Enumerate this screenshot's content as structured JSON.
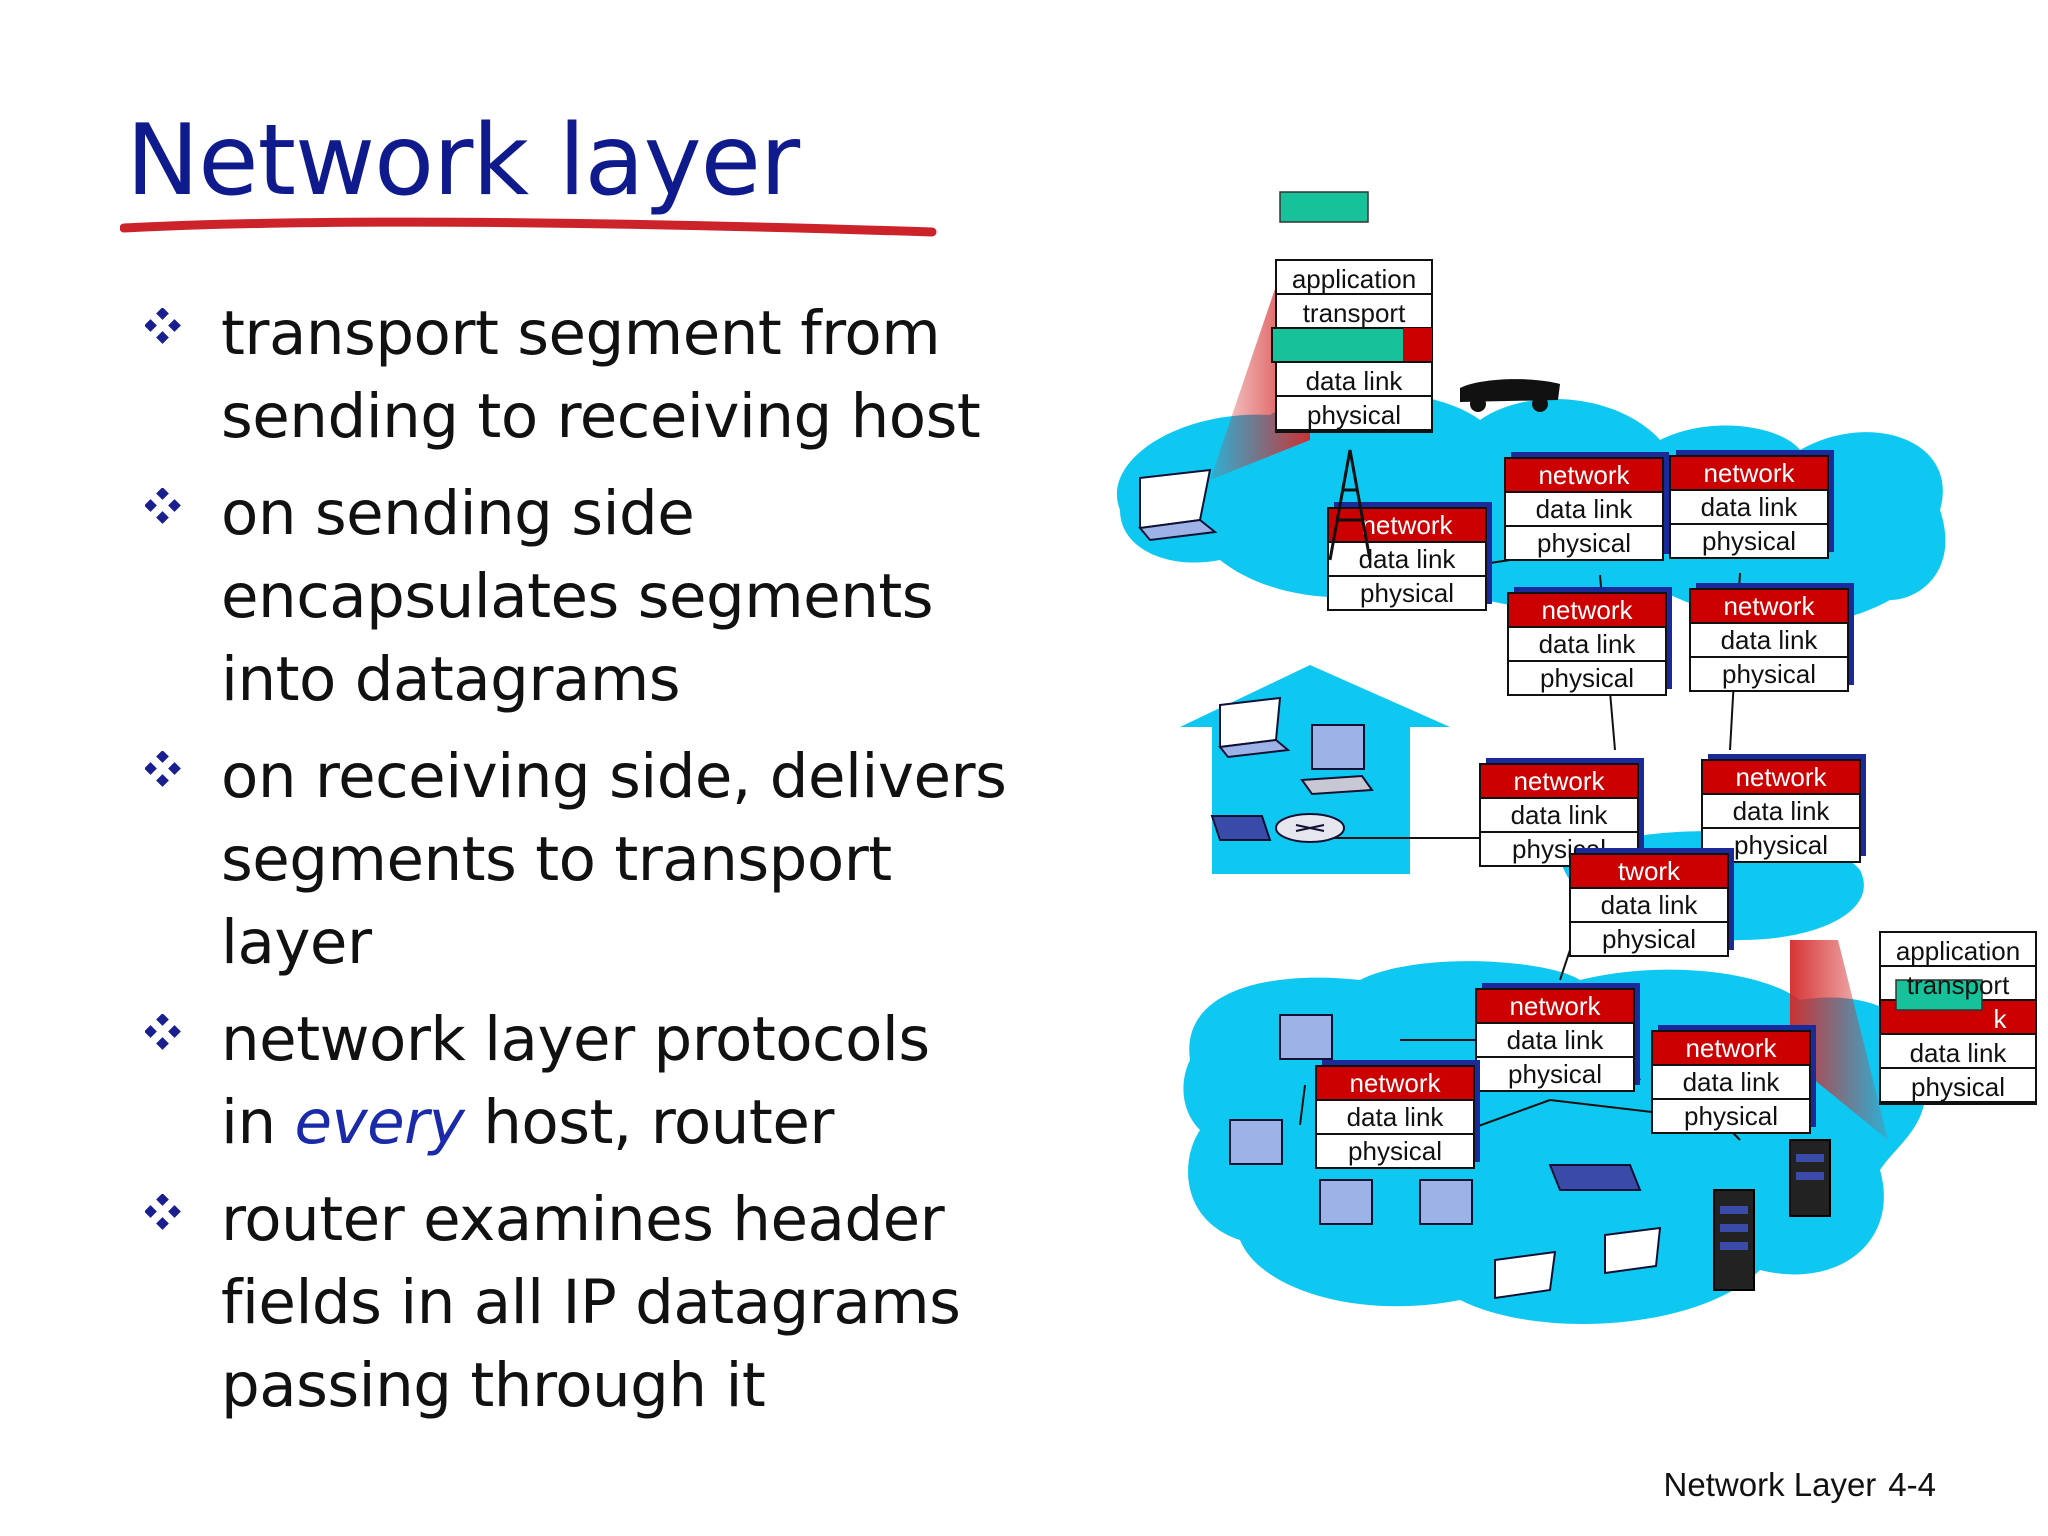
{
  "title": "Network layer",
  "bullets": [
    {
      "lines": [
        "transport segment from",
        "sending to receiving host"
      ]
    },
    {
      "lines": [
        "on sending side",
        "encapsulates segments",
        "into datagrams"
      ]
    },
    {
      "lines": [
        "on receiving side, delivers",
        "segments to transport",
        "layer"
      ]
    },
    {
      "lines": [
        "network layer protocols"
      ],
      "line2_pre": "in ",
      "line2_em": "every",
      "line2_post": " host, router"
    },
    {
      "lines": [
        "router examines header",
        "fields in all IP datagrams",
        "passing through it"
      ]
    }
  ],
  "stack_labels": {
    "application": "application",
    "transport": "transport",
    "network": "network",
    "network_partial": "twork",
    "network_partial_end": "k",
    "data_link": "data link",
    "physical": "physical"
  },
  "footer": {
    "label": "Network Layer",
    "page": "4-4"
  },
  "colors": {
    "title": "#0f1a8c",
    "underline": "#cc2229",
    "bullet_icon": "#1a1f8f",
    "emphasis": "#1a2aa8",
    "network_cell": "#cc0000",
    "cloud": "#0fc8f2",
    "segment": "#17c29a"
  },
  "icons": [
    "bullet-diamond-icon",
    "router-icon",
    "laptop-icon",
    "desktop-icon",
    "server-icon",
    "antenna-icon",
    "car-icon",
    "wireless-router-icon",
    "home-icon"
  ]
}
